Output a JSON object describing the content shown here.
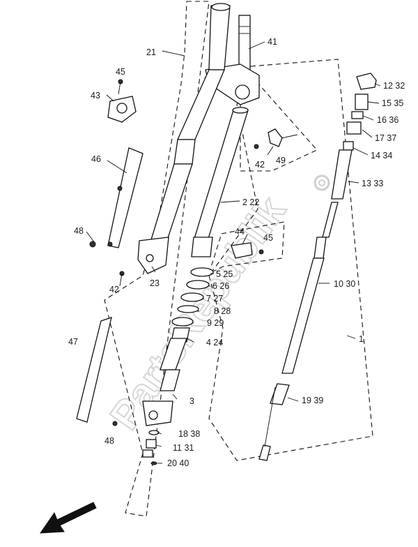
{
  "watermark": "PartsRepublik",
  "labels": {
    "l1": "1",
    "l12": "12 32",
    "l15": "15 35",
    "l16": "16 36",
    "l17": "17 37",
    "l14": "14 34",
    "l13": "13 33",
    "l10": "10 30",
    "l19": "19 39",
    "l41": "41",
    "l21": "21",
    "l45a": "45",
    "l43": "43",
    "l46": "46",
    "l42a": "42",
    "l49": "49",
    "l2": "2 22",
    "l44": "44",
    "l45b": "45",
    "l48a": "48",
    "l42b": "42",
    "l23": "23",
    "l5": "5 25",
    "l6": "6 26",
    "l7": "7 27",
    "l8": "8 28",
    "l9": "9 29",
    "l4": "4 24",
    "l47": "47",
    "l3": "3",
    "l48b": "48",
    "l18": "18 38",
    "l11": "11 31",
    "l20": "20 40"
  }
}
